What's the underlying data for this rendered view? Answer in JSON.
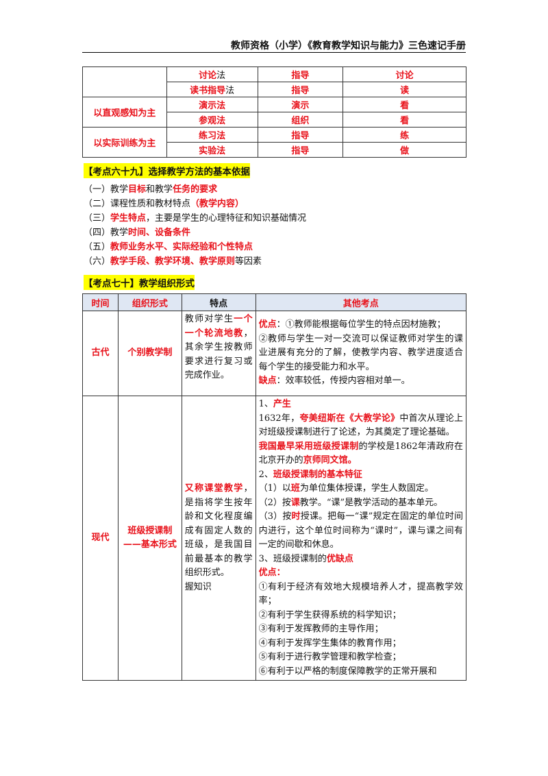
{
  "header": "教师资格（小学）《教育教学知识与能力》三色速记手册",
  "top_table": {
    "rows": [
      {
        "group": "",
        "method_red": "讨论",
        "method_black": "法",
        "role": "指导",
        "student": "讨论"
      },
      {
        "group": "",
        "method_red": "读书指导",
        "method_black": "法",
        "role": "指导",
        "student": "读"
      },
      {
        "group": "以直观感知为主",
        "method_red": "演示法",
        "method_black": "",
        "role": "演示",
        "student": "看"
      },
      {
        "group": "",
        "method_red": "参观法",
        "method_black": "",
        "role": "组织",
        "student": "看"
      },
      {
        "group": "以实际训练为主",
        "method_red": "练习法",
        "method_black": "",
        "role": "指导",
        "student": "练"
      },
      {
        "group": "",
        "method_red": "实验法",
        "method_black": "",
        "role": "指导",
        "student": "做"
      }
    ]
  },
  "section69": {
    "title": "【考点六十九】选择教学方法的基本依据",
    "items": [
      {
        "n": "（一）",
        "p1": "教学",
        "r1": "目标",
        "p2": "和教学",
        "r2": "任务的要求",
        "p3": ""
      },
      {
        "n": "（二）",
        "p1": "课程性质和教材特点",
        "r1": "（教学内容）",
        "p2": "",
        "r2": "",
        "p3": ""
      },
      {
        "n": "（三）",
        "p1": "",
        "r1": "学生特点",
        "p2": "，主要是学生的心理特征和知识基础情况",
        "r2": "",
        "p3": ""
      },
      {
        "n": "（四）",
        "p1": "教学",
        "r1": "时间、设备条件",
        "p2": "",
        "r2": "",
        "p3": ""
      },
      {
        "n": "（五）",
        "p1": "",
        "r1": "教师业务水平、实际经验和个性特点",
        "p2": "",
        "r2": "",
        "p3": ""
      },
      {
        "n": "（六）",
        "p1": "",
        "r1": "教学手段、教学环境、教学原则",
        "p2": "等因素",
        "r2": "",
        "p3": ""
      }
    ]
  },
  "section70": {
    "title": "【考点七十】教学组织形式",
    "headers": [
      "时间",
      "组织形式",
      "特点",
      "其他考点"
    ],
    "ancient": {
      "time": "古代",
      "form": "个别教学制",
      "feat_a": "教师对学生",
      "feat_red": "一个一个轮流地教",
      "feat_b": "，其余学生按教师要求进行复习或完成作业。",
      "adv_label": "优点",
      "adv_1": "：①教师能根据每位学生的特点因材施教；",
      "adv_2": "②教师与学生一对一交流可以保证教师对学生的课业进展有充分的了解，使教学内容、教学进度适合每个学生的接受能力和水平。",
      "dis_label": "缺点",
      "dis": "：效率较低，传授内容相对单一。"
    },
    "modern": {
      "time": "现代",
      "form": "班级授课制——基本形式",
      "feat_red": "又称课堂教学",
      "feat_b": "，是指将学生按年龄和文化程度编成有固定人数的班级，是我国目前最基本的教学组织形式。",
      "feat_c": "握知识",
      "o1_n": "1、",
      "o1_red": "产生",
      "o2_a": "1632年，",
      "o2_red": "夸美纽斯在《大教学论》",
      "o2_b": "中首次从理论上对班级授课制进行了论述，为其奠定了理论基础。",
      "o3_red": "我国最早采用班级授课制",
      "o3_b": "的学校是1862年清政府在北京开办的",
      "o3_red2": "京师同文馆。",
      "o4_n": "2、",
      "o4_red": "班级授课制的基本特征",
      "o5_a": "（1）以",
      "o5_red": "班",
      "o5_b": "为单位集体授课，学生人数固定。",
      "o6_a": "（2）按",
      "o6_red": "课",
      "o6_b": "教学。“课”是教学活动的基本单元。",
      "o7_a": "（3）按",
      "o7_red": "时",
      "o7_b": "授课。把每一“课”规定在固定的单位时间内进行，这个单位时间称为“课时”，课与课之间有一定的间歇和休息。",
      "o8_a": "3、班级授课制的",
      "o8_red": "优缺点",
      "o9_red": "优点：",
      "adv": [
        "①有利于经济有效地大规模培养人才，提高教学效率；",
        "②有利于学生获得系统的科学知识；",
        "③有利于发挥教师的主导作用；",
        "④有利于发挥学生集体的教育作用；",
        "⑤有利于进行教学管理和教学检查；",
        "⑥有利于以严格的制度保障教学的正常开展和"
      ]
    }
  }
}
